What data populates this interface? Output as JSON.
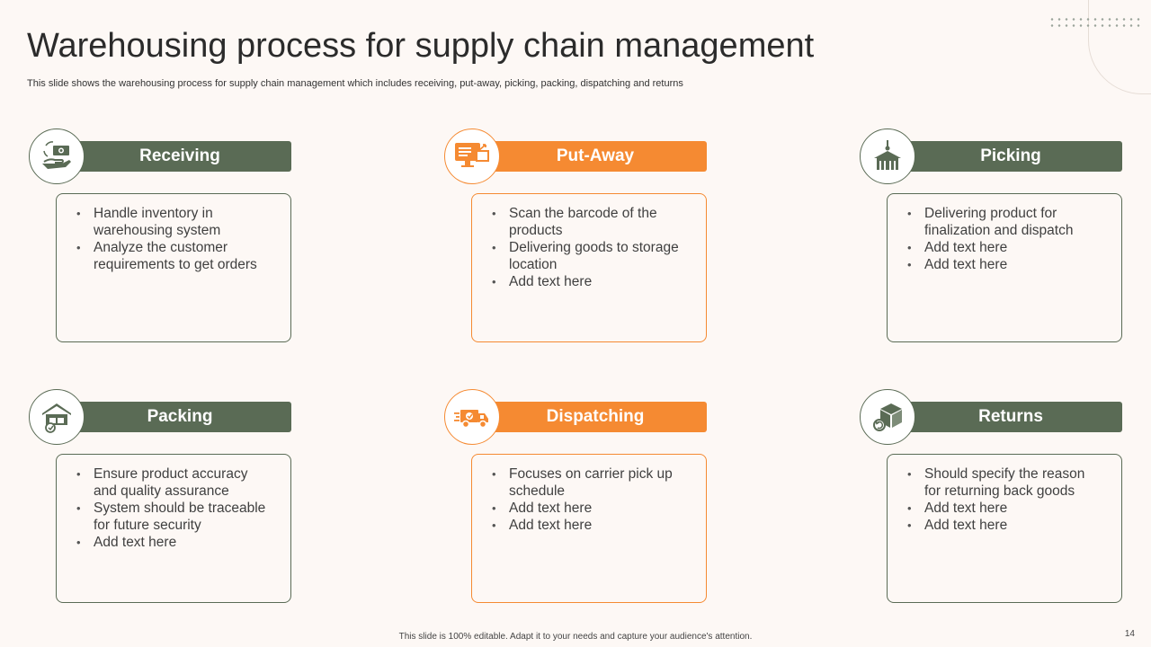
{
  "title": "Warehousing process for supply chain management",
  "subtitle": "This slide shows the warehousing process for supply chain management which includes receiving, put-away, picking, packing, dispatching and returns",
  "colors": {
    "green": "#5a6b55",
    "orange": "#f58a32",
    "background": "#fdf8f5"
  },
  "steps": [
    {
      "label": "Receiving",
      "icon": "hand-money-icon",
      "theme": "green",
      "bullets": [
        "Handle inventory in warehousing system",
        "Analyze the customer requirements to get orders"
      ]
    },
    {
      "label": "Put-Away",
      "icon": "monitor-box-icon",
      "theme": "orange",
      "bullets": [
        "Scan the barcode of the products",
        "Delivering goods to storage location",
        "Add text here"
      ]
    },
    {
      "label": "Picking",
      "icon": "crane-warehouse-icon",
      "theme": "green",
      "bullets": [
        "Delivering product for finalization and dispatch",
        "Add text here",
        "Add text here"
      ]
    },
    {
      "label": "Packing",
      "icon": "warehouse-boxes-icon",
      "theme": "green",
      "bullets": [
        "Ensure product accuracy and quality assurance",
        "System should be traceable for future security",
        "Add text here"
      ]
    },
    {
      "label": "Dispatching",
      "icon": "delivery-truck-icon",
      "theme": "orange",
      "bullets": [
        "Focuses on carrier pick up schedule",
        "Add text here",
        "Add text here"
      ]
    },
    {
      "label": "Returns",
      "icon": "return-box-icon",
      "theme": "green",
      "bullets": [
        "Should specify the reason for returning back goods",
        "Add text here",
        "Add text here"
      ]
    }
  ],
  "footer": "This slide is 100% editable. Adapt it to your needs and capture your audience's attention.",
  "page_number": "14"
}
